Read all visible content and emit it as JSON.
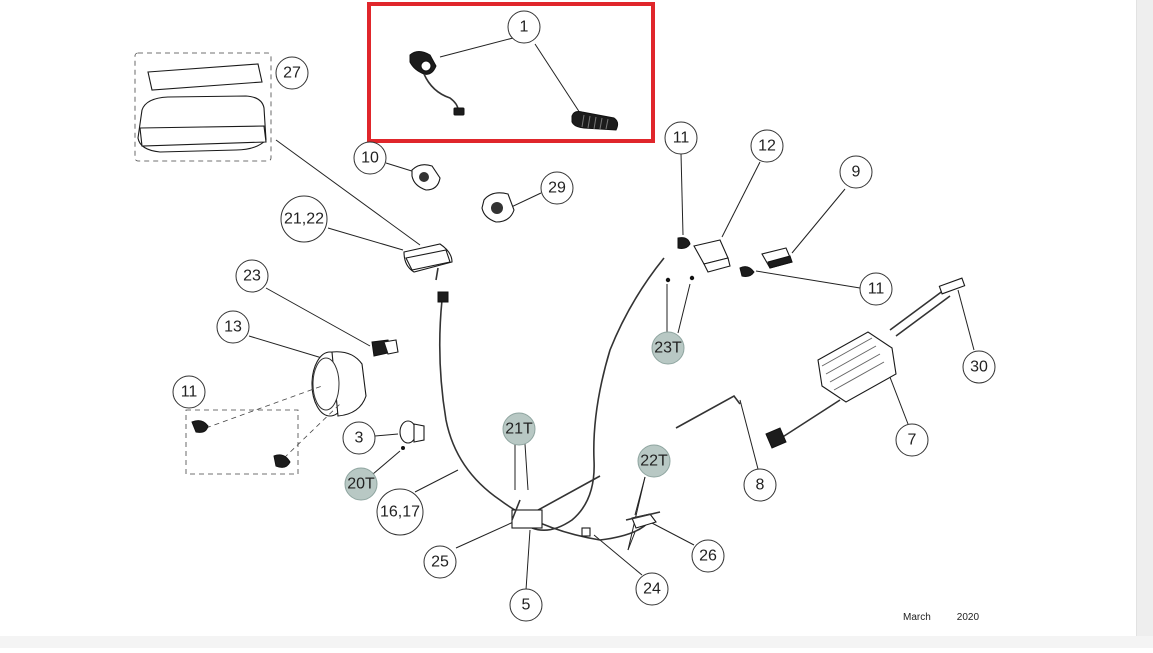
{
  "callouts": {
    "c1": "1",
    "c27": "27",
    "c10": "10",
    "c29": "29",
    "c21_22": "21,22",
    "c11_top": "11",
    "c12": "12",
    "c9": "9",
    "c11_right": "11",
    "c23T": "23T",
    "c23": "23",
    "c13": "13",
    "c11_left": "11",
    "c3": "3",
    "c20T": "20T",
    "c16_17": "16,17",
    "c21T": "21T",
    "c22T": "22T",
    "c30": "30",
    "c7": "7",
    "c8": "8",
    "c25": "25",
    "c5": "5",
    "c24": "24",
    "c26": "26"
  },
  "footer": {
    "month": "March",
    "year": "2020"
  },
  "highlight": {
    "color": "#e0262b"
  },
  "colors": {
    "torque_callout": "#b8c8c4"
  }
}
